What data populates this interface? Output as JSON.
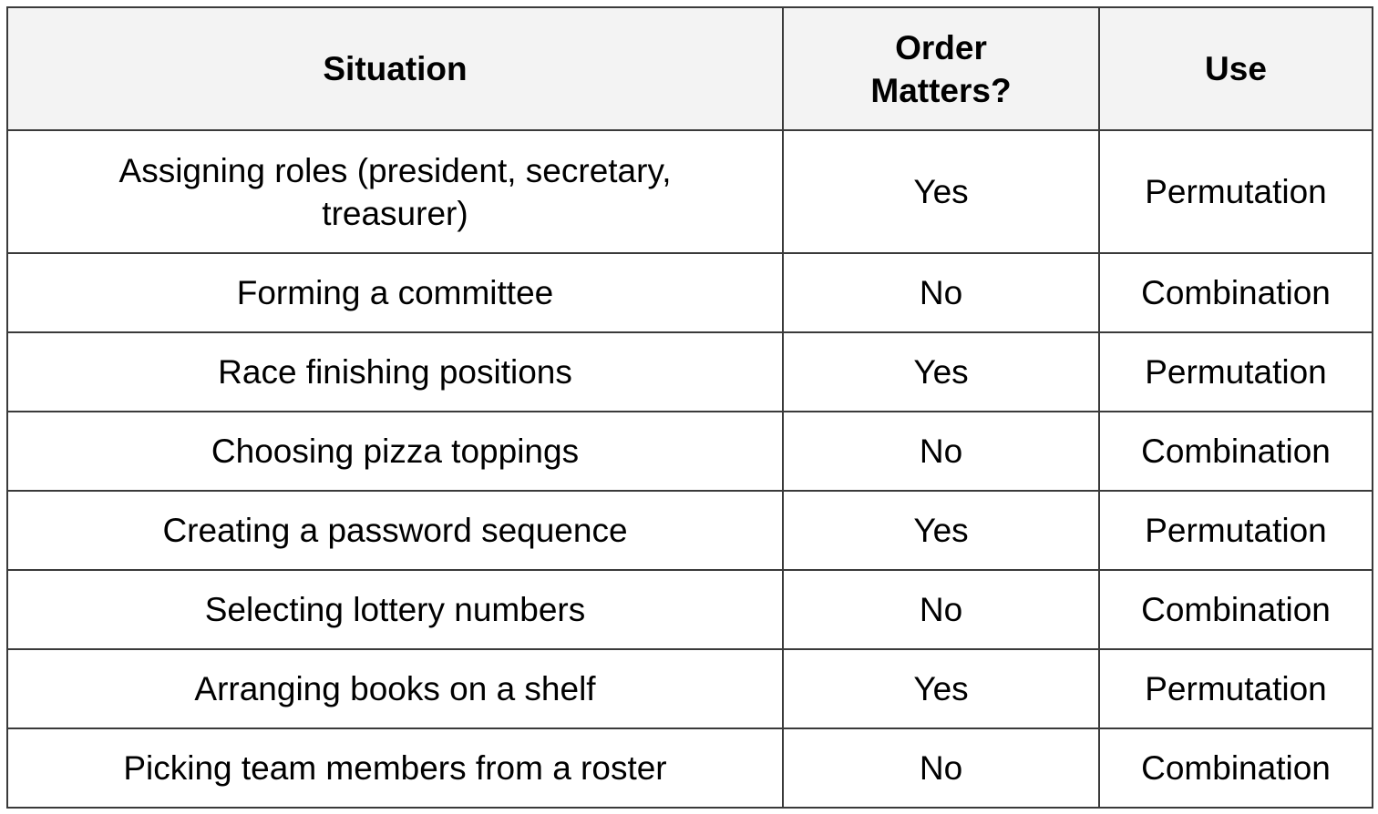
{
  "table": {
    "headers": [
      "Situation",
      "Order Matters?",
      "Use"
    ],
    "rows": [
      [
        "Assigning roles (president, secretary, treasurer)",
        "Yes",
        "Permutation"
      ],
      [
        "Forming a committee",
        "No",
        "Combination"
      ],
      [
        "Race finishing positions",
        "Yes",
        "Permutation"
      ],
      [
        "Choosing pizza toppings",
        "No",
        "Combination"
      ],
      [
        "Creating a password sequence",
        "Yes",
        "Permutation"
      ],
      [
        "Selecting lottery numbers",
        "No",
        "Combination"
      ],
      [
        "Arranging books on a shelf",
        "Yes",
        "Permutation"
      ],
      [
        "Picking team members from a roster",
        "No",
        "Combination"
      ]
    ]
  },
  "colors": {
    "header_bg": "#f3f3f3",
    "border": "#3a3a3a",
    "text": "#000000"
  }
}
